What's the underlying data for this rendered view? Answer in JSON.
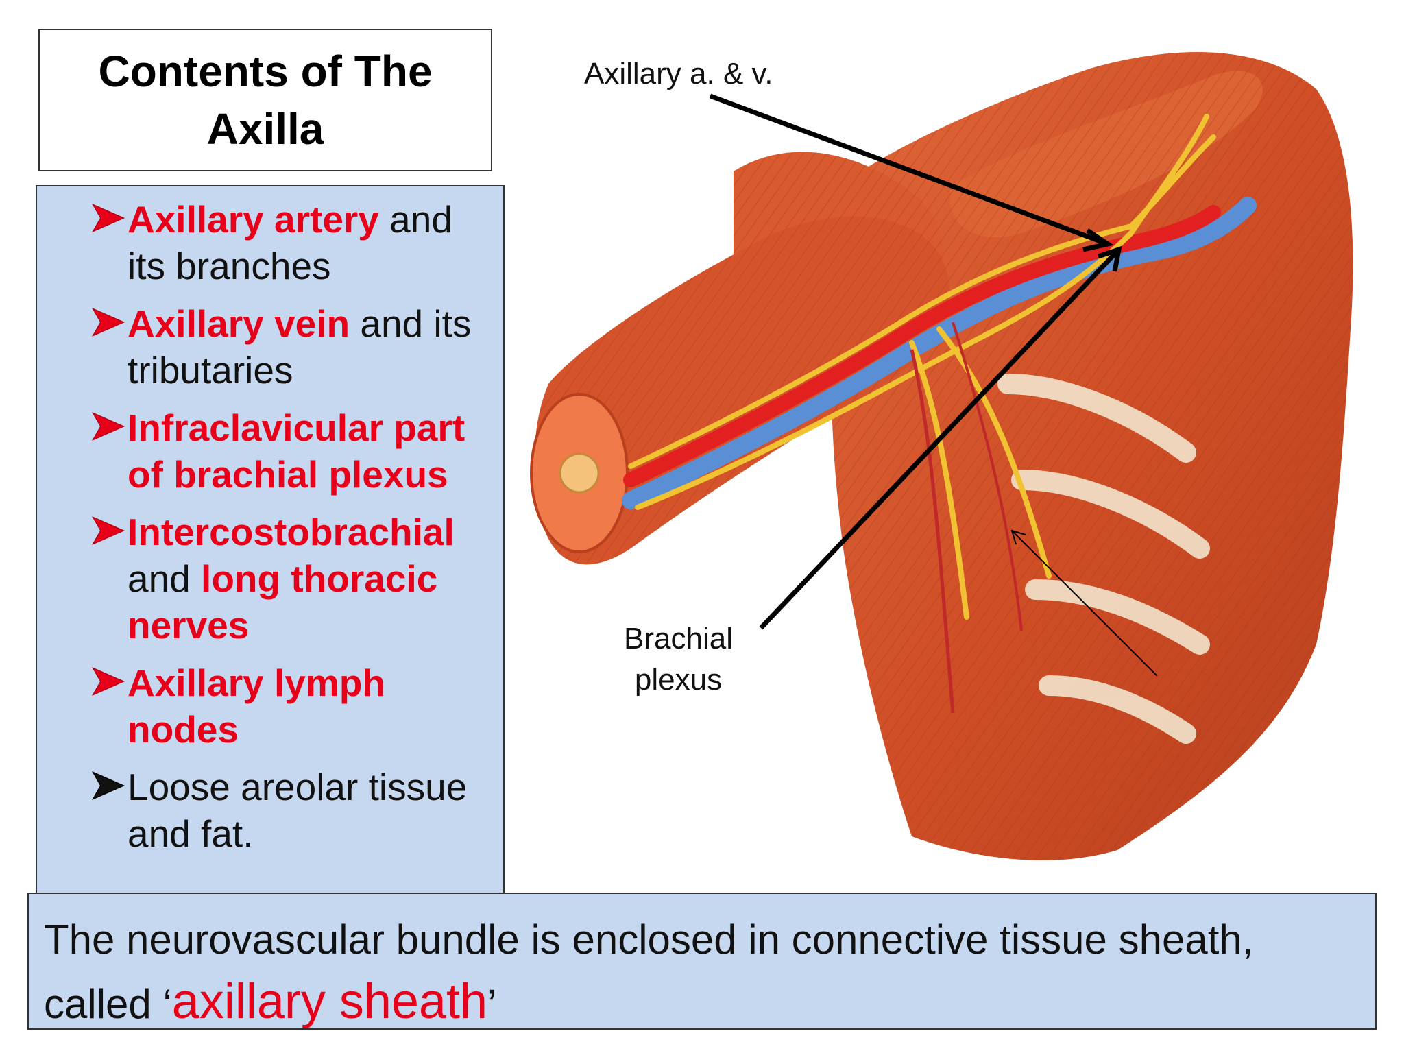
{
  "title": "Contents of The Axilla",
  "items": [
    {
      "red": "Axillary artery",
      "rest": " and its branches"
    },
    {
      "red": "Axillary vein",
      "rest": " and its tributaries"
    },
    {
      "red": "Infraclavicular part of brachial plexus",
      "rest": ""
    },
    {
      "red2_before": "Intercostobrachial",
      "mid": " and ",
      "red2_after": "long thoracic nerves"
    },
    {
      "red": "Axillary lymph nodes",
      "rest": ""
    },
    {
      "red": "",
      "rest": "Loose areolar tissue and fat."
    }
  ],
  "labels": {
    "axillary": "Axillary a. & v.",
    "plexus_line1": "Brachial",
    "plexus_line2": "plexus"
  },
  "footer": {
    "before": "The neurovascular bundle is enclosed in connective tissue sheath, called ‘",
    "highlight": "axillary sheath",
    "after": "’"
  },
  "colors": {
    "accent_red": "#e8001a",
    "panel_blue": "#c6d8ef",
    "muscle": "#d2542a",
    "artery": "#e32020",
    "vein": "#5a8fd6",
    "nerve": "#f1c232"
  }
}
